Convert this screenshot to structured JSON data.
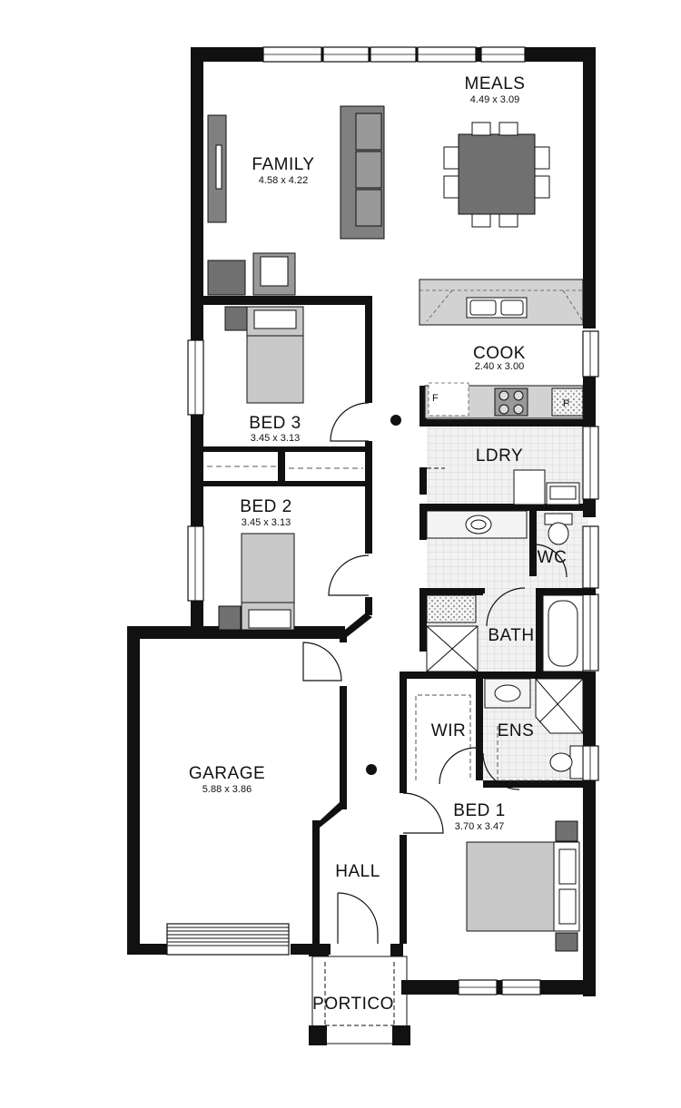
{
  "rooms": {
    "meals": {
      "name": "MEALS",
      "dims": "4.49 x 3.09"
    },
    "family": {
      "name": "FAMILY",
      "dims": "4.58 x 4.22"
    },
    "cook": {
      "name": "COOK",
      "dims": "2.40 x 3.00"
    },
    "bed3": {
      "name": "BED 3",
      "dims": "3.45 x 3.13"
    },
    "ldry": {
      "name": "LDRY"
    },
    "bed2": {
      "name": "BED 2",
      "dims": "3.45 x 3.13"
    },
    "wc": {
      "name": "WC"
    },
    "bath": {
      "name": "BATH"
    },
    "wir": {
      "name": "WIR"
    },
    "ens": {
      "name": "ENS"
    },
    "garage": {
      "name": "GARAGE",
      "dims": "5.88 x 3.86"
    },
    "bed1": {
      "name": "BED 1",
      "dims": "3.70 x 3.47"
    },
    "hall": {
      "name": "HALL"
    },
    "portico": {
      "name": "PORTICO"
    }
  },
  "appliances": {
    "fridge": "F",
    "pantry": "P"
  },
  "colors": {
    "wall": "#111111",
    "furniture_dark": "#6f6f6f",
    "furniture_light": "#c8c8c8",
    "tile_line": "#cfcfcf"
  }
}
